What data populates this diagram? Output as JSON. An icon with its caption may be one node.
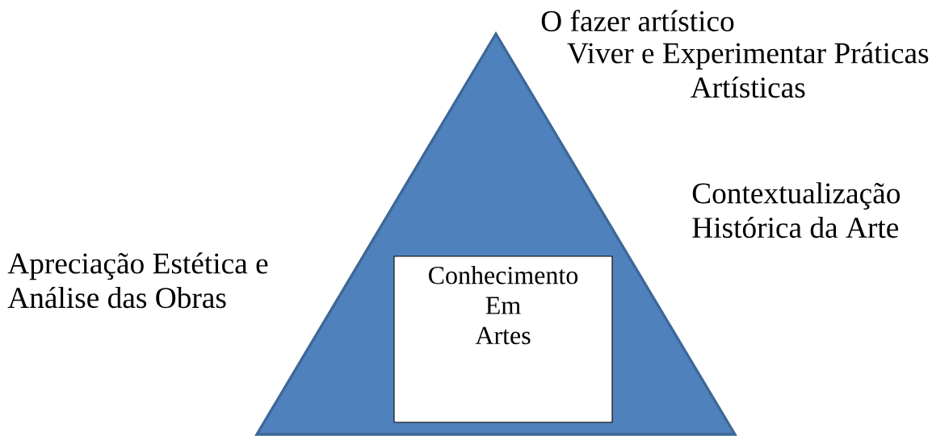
{
  "diagram": {
    "nodes": [
      {
        "text": [],
        "shape": "triangle"
      },
      {
        "text": [
          "Conhecimento",
          "Em",
          "Artes"
        ],
        "in": 0
      }
    ],
    "labels": [
      "O fazer artístico",
      "Viver e Experimentar Práticas Artísticas",
      "Contextualização Histórica da Arte",
      "Apreciação Estética e Análise das Obras"
    ]
  }
}
